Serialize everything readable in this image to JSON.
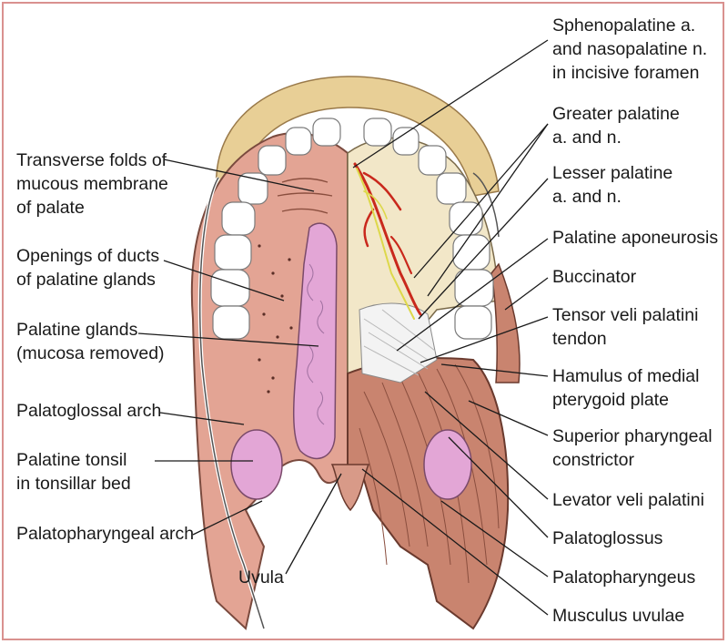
{
  "labels": {
    "sphenopalatine": [
      "Sphenopalatine a.",
      "and nasopalatine n.",
      "in incisive foramen"
    ],
    "greater_palatine": [
      "Greater palatine",
      "a. and n."
    ],
    "lesser_palatine": [
      "Lesser palatine",
      "a. and n."
    ],
    "palatine_aponeurosis": [
      "Palatine aponeurosis"
    ],
    "buccinator": [
      "Buccinator"
    ],
    "tensor_veli_palatini": [
      "Tensor veli palatini",
      "tendon"
    ],
    "hamulus": [
      "Hamulus of medial",
      "pterygoid plate"
    ],
    "superior_constrictor": [
      "Superior pharyngeal",
      "constrictor"
    ],
    "levator_veli_palatini": [
      "Levator veli palatini"
    ],
    "palatoglossus": [
      "Palatoglossus"
    ],
    "palatopharyngeus": [
      "Palatopharyngeus"
    ],
    "musculus_uvulae": [
      "Musculus uvulae"
    ],
    "transverse_folds": [
      "Transverse folds of",
      "mucous membrane",
      "of palate"
    ],
    "duct_openings": [
      "Openings of ducts",
      "of palatine glands"
    ],
    "palatine_glands": [
      "Palatine glands",
      "(mucosa removed)"
    ],
    "palatoglossal_arch": [
      "Palatoglossal arch"
    ],
    "palatine_tonsil": [
      "Palatine tonsil",
      "in tonsillar bed"
    ],
    "palatopharyngeal_arch": [
      "Palatopharyngeal arch"
    ],
    "uvula": [
      "Uvula"
    ]
  },
  "colors": {
    "border": "#d9918f",
    "mucosa": "#e3a494",
    "gland": "#e3a6d6",
    "muscle": "#c9846f",
    "bone": "#f2e7c8",
    "gingiva": "#e8cf96",
    "artery": "#c9281c",
    "nerve": "#ddd84a"
  }
}
